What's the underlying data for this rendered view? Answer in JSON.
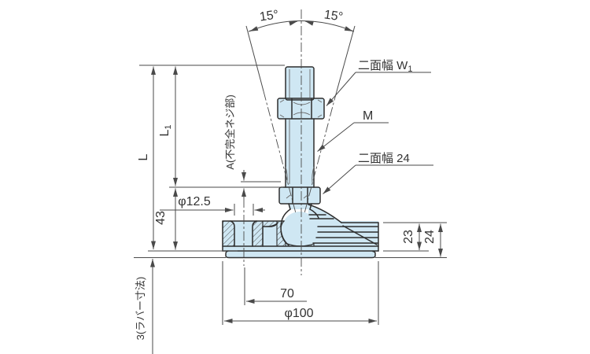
{
  "drawing": {
    "title_hint": "leveling-foot dimensional drawing",
    "angle_left": "15°",
    "angle_right": "15°",
    "label_w1_text": "二面幅 W",
    "label_w1_sub": "1",
    "label_m": "M",
    "label_flats24": "二面幅 24",
    "label_incomplete": "A(不完全ネジ部)",
    "label_rubber": "3(ラバー寸法)",
    "dim_L": "L",
    "dim_L1_text": "L",
    "dim_L1_sub": "1",
    "dim_43": "43",
    "dim_phi125": "φ12.5",
    "dim_23": "23",
    "dim_24": "24",
    "dim_70": "70",
    "dim_phi100": "φ100"
  },
  "colors": {
    "part_fill": "#cfe7f3",
    "outline": "#2e2e2e",
    "dimension_lines": "#4a4a4a",
    "text": "#333333",
    "background": "#ffffff"
  }
}
